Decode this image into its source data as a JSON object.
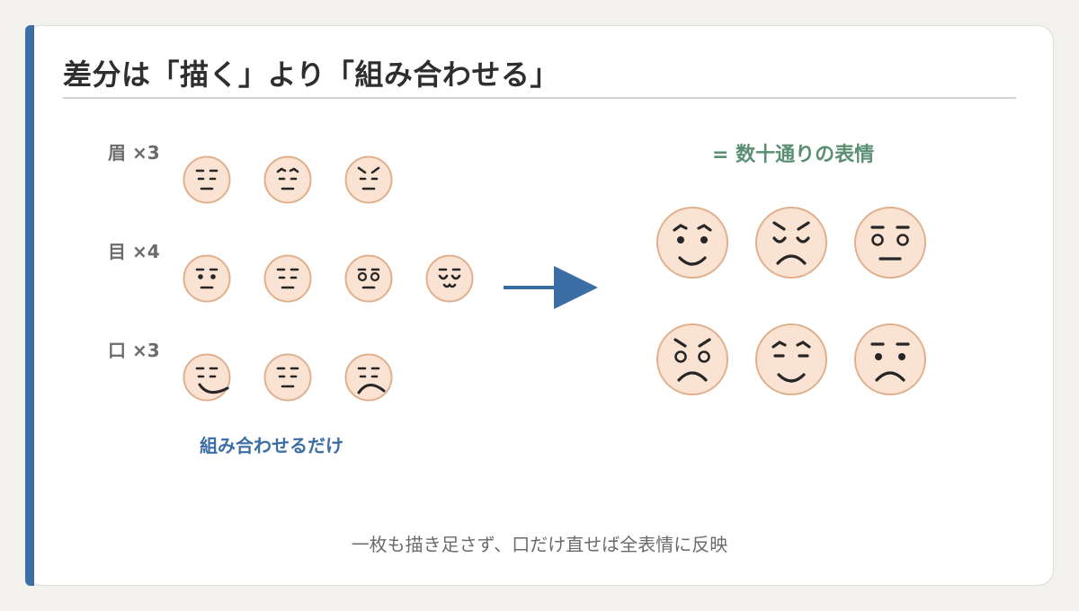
{
  "title": "差分は「描く」より「組み合わせる」",
  "parts": {
    "eyebrows_label": "眉 ×3",
    "eyes_label": "目 ×4",
    "mouth_label": "口 ×3"
  },
  "combine_note": "組み合わせるだけ",
  "result_label": "= 数十通りの表情",
  "footnote": "一枚も描き足さず、口だけ直せば全表情に反映",
  "colors": {
    "accent": "#3c6ea6",
    "result_text": "#5a8e72",
    "face_fill": "#fbe3d4",
    "face_stroke": "#dfb08b",
    "feature": "#262626"
  },
  "icons": [
    "right-arrow-icon",
    "face-icon"
  ]
}
